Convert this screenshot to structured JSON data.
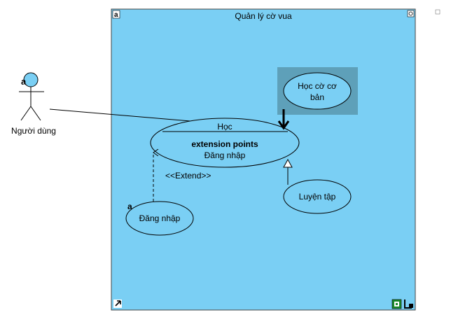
{
  "diagram": {
    "system_boundary": {
      "title": "Quản lý cờ vua"
    },
    "actor": {
      "name": "Người dùng"
    },
    "use_cases": {
      "hoc": {
        "name": "Học",
        "extension_header": "extension points",
        "extension_point": "Đăng nhập"
      },
      "hoc_co_ban": {
        "line1": "Học cờ cơ",
        "line2": "bản"
      },
      "luyen_tap": {
        "name": "Luyện tập"
      },
      "dang_nhap": {
        "name": "Đăng nhập"
      }
    },
    "relationships": {
      "extend_label": "<<Extend>>"
    },
    "colors": {
      "boundary_fill": "#7ACFF4",
      "highlight_fill": "#5EA0B9",
      "ellipse_fill": "#7ACFF4",
      "line": "#000000"
    },
    "icons": [
      "annotation-a-icon",
      "resize-handle-icon",
      "corner-arrow-icon",
      "overview-icon",
      "connector-icon"
    ]
  }
}
